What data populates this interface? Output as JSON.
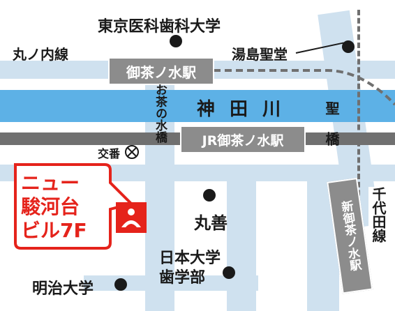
{
  "colors": {
    "road": "#cfe1ef",
    "river": "#5db1e6",
    "rail": "#707070",
    "station_box": "#8c8c8c",
    "accent_red": "#e5231b",
    "text": "#1a1a1a"
  },
  "labels": {
    "tokyo_medical_dental": "東京医科歯科大学",
    "yushima_seido": "湯島聖堂",
    "marunouchi_line": "丸ノ内線",
    "ochanomizu_station_metro": "御茶ノ水駅",
    "kanda_river": "神 田 川",
    "jr_ochanomizu_station": "JR御茶ノ水駅",
    "ochanomizu_bridge": "お茶の水橋",
    "hijiri_bridge": "聖 橋",
    "police_box": "交番",
    "chiyoda_line": "千代田線",
    "shin_ochanomizu_station": "新御茶ノ水駅",
    "maruzen": "丸善",
    "nihon_univ_dental_1": "日本大学",
    "nihon_univ_dental_2": "歯学部",
    "meiji_univ": "明治大学"
  },
  "destination": {
    "line1": "ニュー",
    "line2": "駿河台",
    "line3": "ビル7F"
  },
  "icons": {
    "police_box": "police-box-icon",
    "building": "building-logo-icon",
    "landmark": "landmark-dot-icon"
  }
}
